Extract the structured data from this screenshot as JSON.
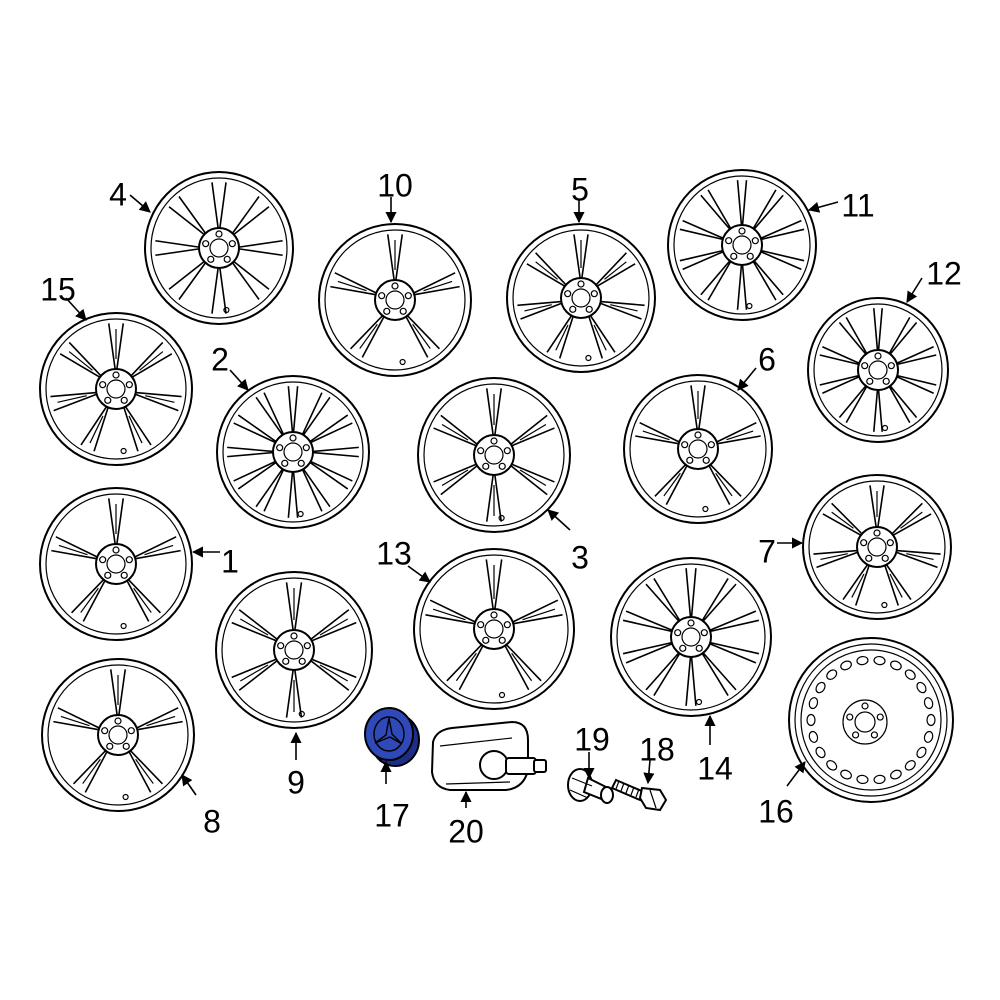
{
  "diagram": {
    "highlight_color": "#2f49b8",
    "highlighted_part": "17",
    "parts": [
      {
        "id": "p1",
        "label": "1",
        "kind": "alloy-wheel"
      },
      {
        "id": "p2",
        "label": "2",
        "kind": "alloy-wheel"
      },
      {
        "id": "p3",
        "label": "3",
        "kind": "alloy-wheel"
      },
      {
        "id": "p4",
        "label": "4",
        "kind": "alloy-wheel"
      },
      {
        "id": "p5",
        "label": "5",
        "kind": "alloy-wheel"
      },
      {
        "id": "p6",
        "label": "6",
        "kind": "alloy-wheel"
      },
      {
        "id": "p7",
        "label": "7",
        "kind": "alloy-wheel"
      },
      {
        "id": "p8",
        "label": "8",
        "kind": "alloy-wheel"
      },
      {
        "id": "p9",
        "label": "9",
        "kind": "alloy-wheel"
      },
      {
        "id": "p10",
        "label": "10",
        "kind": "alloy-wheel"
      },
      {
        "id": "p11",
        "label": "11",
        "kind": "alloy-wheel"
      },
      {
        "id": "p12",
        "label": "12",
        "kind": "alloy-wheel"
      },
      {
        "id": "p13",
        "label": "13",
        "kind": "alloy-wheel"
      },
      {
        "id": "p14",
        "label": "14",
        "kind": "alloy-wheel"
      },
      {
        "id": "p15",
        "label": "15",
        "kind": "alloy-wheel"
      },
      {
        "id": "p16",
        "label": "16",
        "kind": "steel-spare-wheel"
      },
      {
        "id": "p17",
        "label": "17",
        "kind": "center-cap"
      },
      {
        "id": "p18",
        "label": "18",
        "kind": "valve-bolt"
      },
      {
        "id": "p19",
        "label": "19",
        "kind": "valve-stem"
      },
      {
        "id": "p20",
        "label": "20",
        "kind": "tpms-sensor"
      }
    ]
  }
}
